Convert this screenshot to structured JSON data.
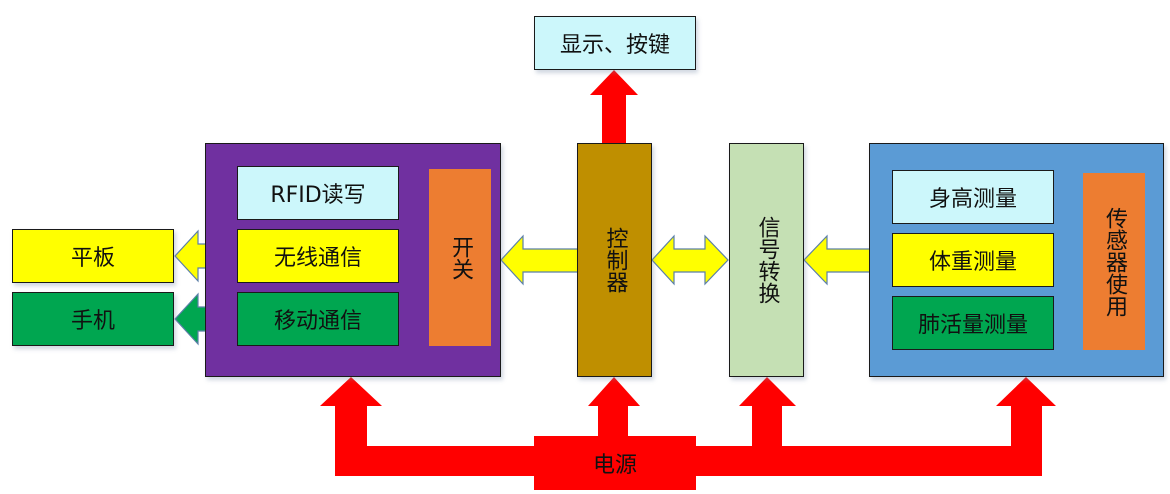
{
  "diagram": {
    "display": {
      "label": "显示、按键",
      "color": "#ccf7fb"
    },
    "comm_module": {
      "color": "#7030a0",
      "items": [
        {
          "label": "RFID读写",
          "color": "#ccf7fb"
        },
        {
          "label": "无线通信",
          "color": "#ffff00"
        },
        {
          "label": "移动通信",
          "color": "#00a650"
        }
      ],
      "switch": {
        "label": "开关",
        "color": "#ed7d31"
      }
    },
    "devices": [
      {
        "label": "平板",
        "color": "#ffff00"
      },
      {
        "label": "手机",
        "color": "#00a650"
      }
    ],
    "controller": {
      "label": "控制器",
      "color": "#bf8f00"
    },
    "signal_conversion": {
      "label": "信号转换",
      "color": "#c5e0b4"
    },
    "sensor_module": {
      "color": "#5b9bd5",
      "items": [
        {
          "label": "身高测量",
          "color": "#ccf7fb"
        },
        {
          "label": "体重测量",
          "color": "#ffff00"
        },
        {
          "label": "肺活量测量",
          "color": "#00a650"
        }
      ],
      "sensor": {
        "label": "传感器使用",
        "color": "#ed7d31"
      }
    },
    "power": {
      "label": "电源",
      "color": "#ff0000"
    },
    "arrow_colors": {
      "power": "#ff0000",
      "data": "#ffff00",
      "mobile": "#00a650",
      "outline": "#5b7fa8"
    }
  }
}
